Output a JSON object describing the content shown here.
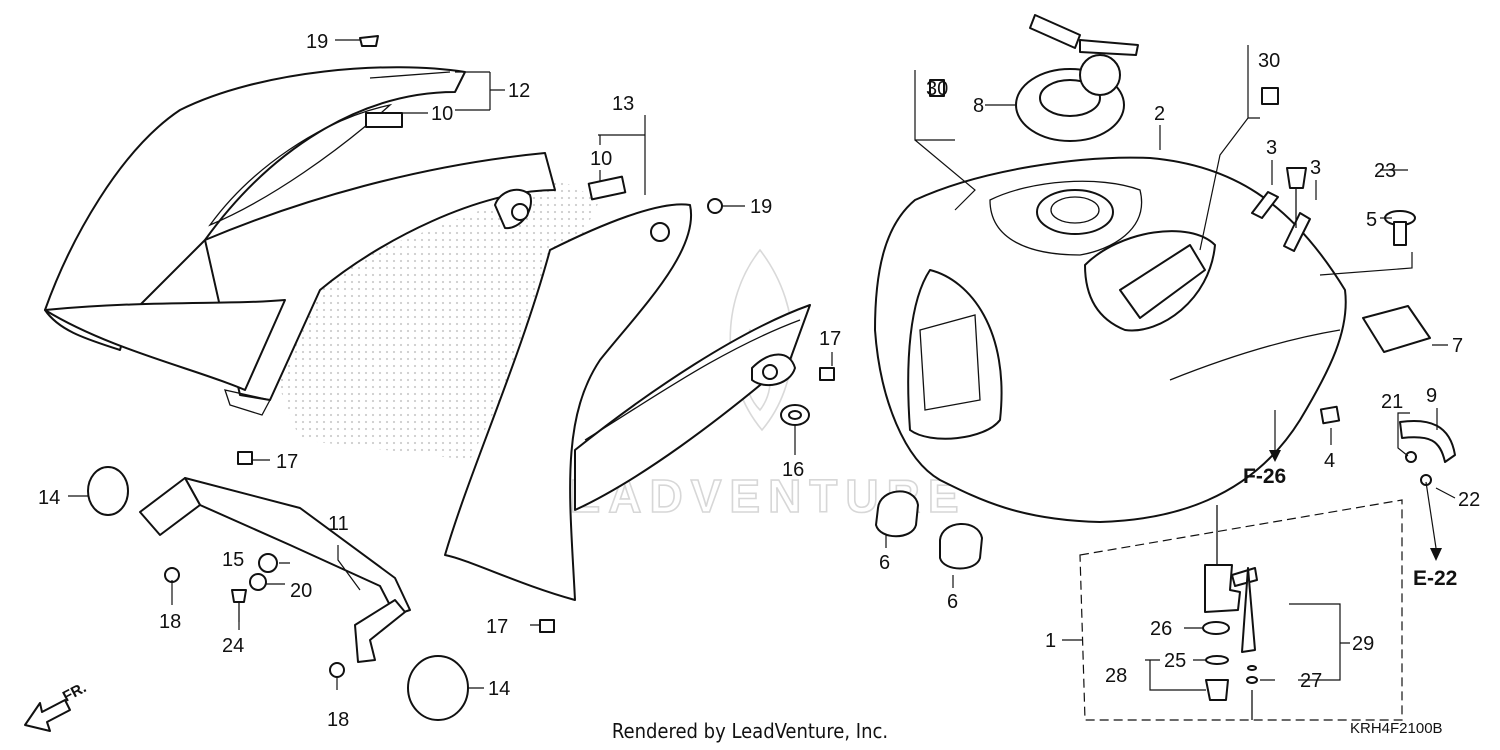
{
  "diagram": {
    "watermark_text": "LEADVENTURE",
    "credit": "Rendered by LeadVenture, Inc.",
    "diagram_code": "KRH4F2100B",
    "front_indicator": "FR.",
    "references": [
      {
        "id": "f26",
        "label": "F-26"
      },
      {
        "id": "e22",
        "label": "E-22"
      }
    ],
    "callouts": [
      {
        "id": "c19a",
        "text": "19"
      },
      {
        "id": "c12",
        "text": "12"
      },
      {
        "id": "c10a",
        "text": "10"
      },
      {
        "id": "c13",
        "text": "13"
      },
      {
        "id": "c10b",
        "text": "10"
      },
      {
        "id": "c19b",
        "text": "19"
      },
      {
        "id": "c17a",
        "text": "17"
      },
      {
        "id": "c17b",
        "text": "17"
      },
      {
        "id": "c16",
        "text": "16"
      },
      {
        "id": "c14a",
        "text": "14"
      },
      {
        "id": "c18a",
        "text": "18"
      },
      {
        "id": "c15",
        "text": "15"
      },
      {
        "id": "c20",
        "text": "20"
      },
      {
        "id": "c24",
        "text": "24"
      },
      {
        "id": "c11",
        "text": "11"
      },
      {
        "id": "c17c",
        "text": "17"
      },
      {
        "id": "c18b",
        "text": "18"
      },
      {
        "id": "c14b",
        "text": "14"
      },
      {
        "id": "c30a",
        "text": "30"
      },
      {
        "id": "c8",
        "text": "8"
      },
      {
        "id": "c2",
        "text": "2"
      },
      {
        "id": "c30b",
        "text": "30"
      },
      {
        "id": "c3a",
        "text": "3"
      },
      {
        "id": "c3b",
        "text": "3"
      },
      {
        "id": "c23",
        "text": "23"
      },
      {
        "id": "c5",
        "text": "5"
      },
      {
        "id": "c7",
        "text": "7"
      },
      {
        "id": "c9",
        "text": "9"
      },
      {
        "id": "c21",
        "text": "21"
      },
      {
        "id": "c4",
        "text": "4"
      },
      {
        "id": "c22",
        "text": "22"
      },
      {
        "id": "c6a",
        "text": "6"
      },
      {
        "id": "c6b",
        "text": "6"
      },
      {
        "id": "c1",
        "text": "1"
      },
      {
        "id": "c26",
        "text": "26"
      },
      {
        "id": "c29",
        "text": "29"
      },
      {
        "id": "c25",
        "text": "25"
      },
      {
        "id": "c28",
        "text": "28"
      },
      {
        "id": "c27",
        "text": "27"
      }
    ]
  }
}
